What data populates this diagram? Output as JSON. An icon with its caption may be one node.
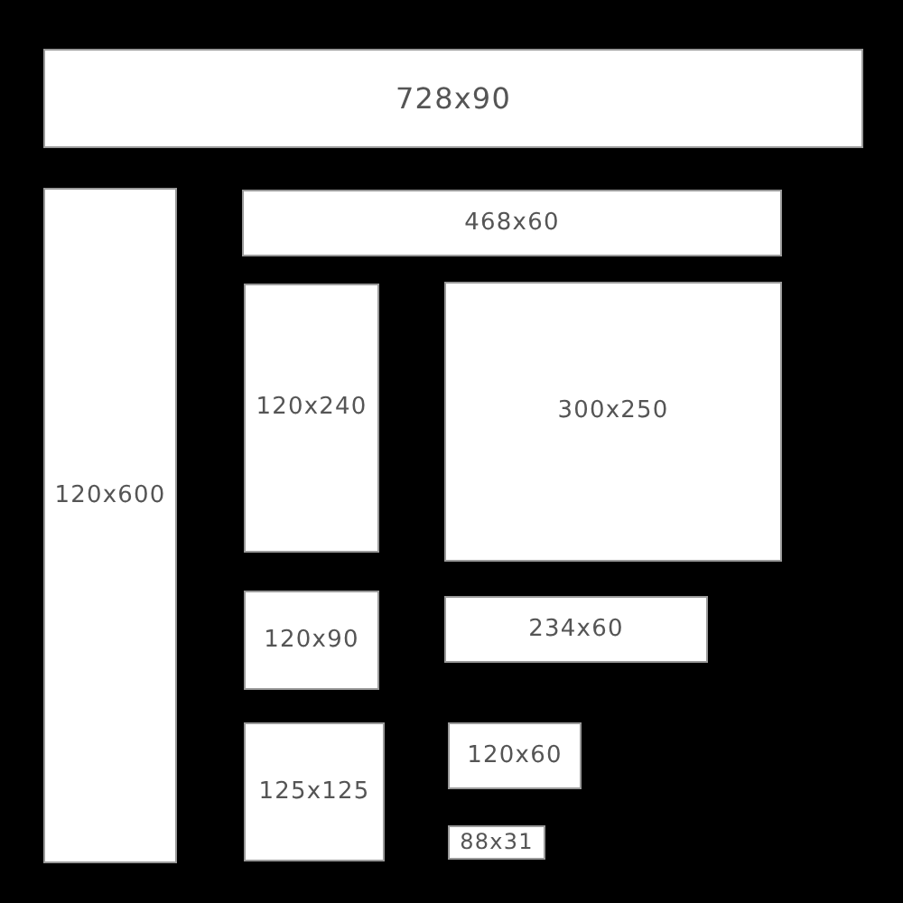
{
  "diagram": {
    "nodes": [
      {
        "text": [
          "728x90"
        ]
      },
      {
        "text": [
          "120x600"
        ]
      },
      {
        "text": [
          "468x60"
        ]
      },
      {
        "text": [
          "120x240"
        ]
      },
      {
        "text": [
          "300x250"
        ]
      },
      {
        "text": [
          "120x90"
        ]
      },
      {
        "text": [
          "234x60"
        ]
      },
      {
        "text": [
          "125x125"
        ]
      },
      {
        "text": [
          "120x60"
        ]
      },
      {
        "text": [
          "88x31"
        ]
      }
    ]
  }
}
